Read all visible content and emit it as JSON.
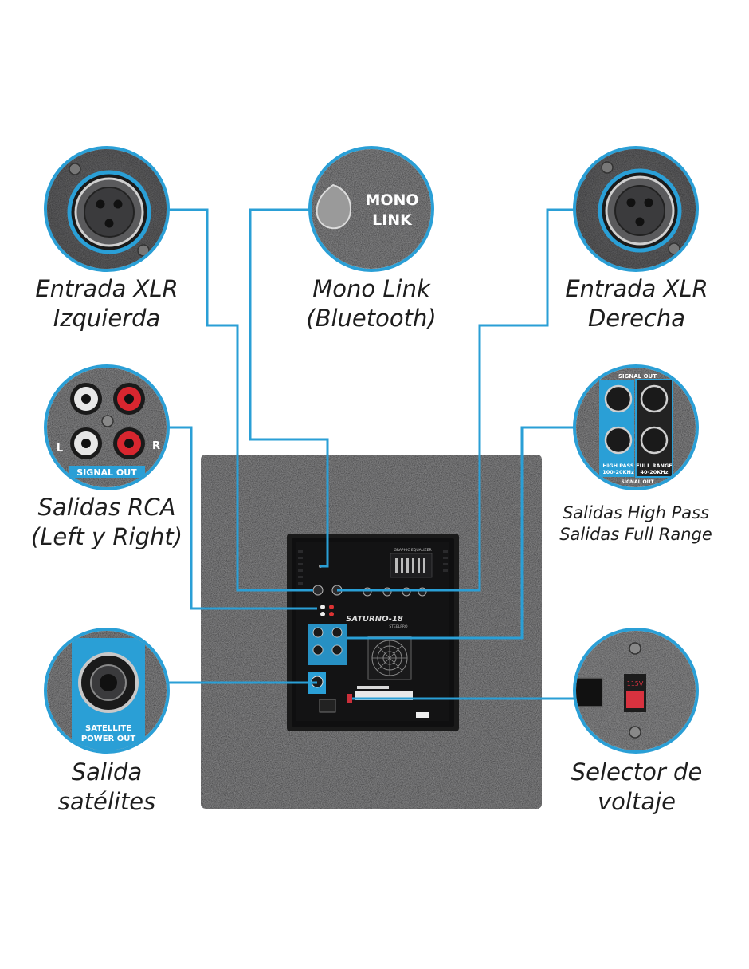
{
  "colors": {
    "accent": "#2a9fd6",
    "enclosure": "#2c2c2e",
    "panel": "#121212",
    "background": "#ffffff"
  },
  "callouts": {
    "xlr_left": {
      "line1": "Entrada XLR",
      "line2": "Izquierda",
      "icon": "xlr-female-connector"
    },
    "mono_link": {
      "line1": "Mono Link",
      "line2": "(Bluetooth)",
      "icon": "mono-link-button",
      "closeup_text_1": "MONO",
      "closeup_text_2": "LINK"
    },
    "xlr_right": {
      "line1": "Entrada XLR",
      "line2": "Derecha",
      "icon": "xlr-female-connector"
    },
    "rca": {
      "line1": "Salidas RCA",
      "line2": "(Left y Right)",
      "icon": "rca-jacks",
      "closeup_text": "SIGNAL OUT",
      "left_mark": "L",
      "right_mark": "R"
    },
    "outputs": {
      "line1": "Salidas High Pass",
      "line2": "Salidas Full Range",
      "icon": "xlr-male-outputs",
      "closeup_top": "SIGNAL OUT",
      "closeup_bottom": "SIGNAL OUT",
      "high_pass_1": "HIGH PASS",
      "high_pass_2": "100-20KHz",
      "full_range_1": "FULL RANGE",
      "full_range_2": "40-20KHz"
    },
    "satellite": {
      "line1": "Salida",
      "line2": "satélites",
      "icon": "speakon-connector",
      "closeup_text_1": "SATELLITE",
      "closeup_text_2": "POWER OUT"
    },
    "voltage": {
      "line1": "Selector de",
      "line2": "voltaje",
      "icon": "voltage-switch",
      "closeup_text": "115V"
    }
  },
  "panel": {
    "brand": "SATURNO-18",
    "maker": "STEELPRO",
    "eq_label": "GRAPHIC EQUALIZER"
  }
}
